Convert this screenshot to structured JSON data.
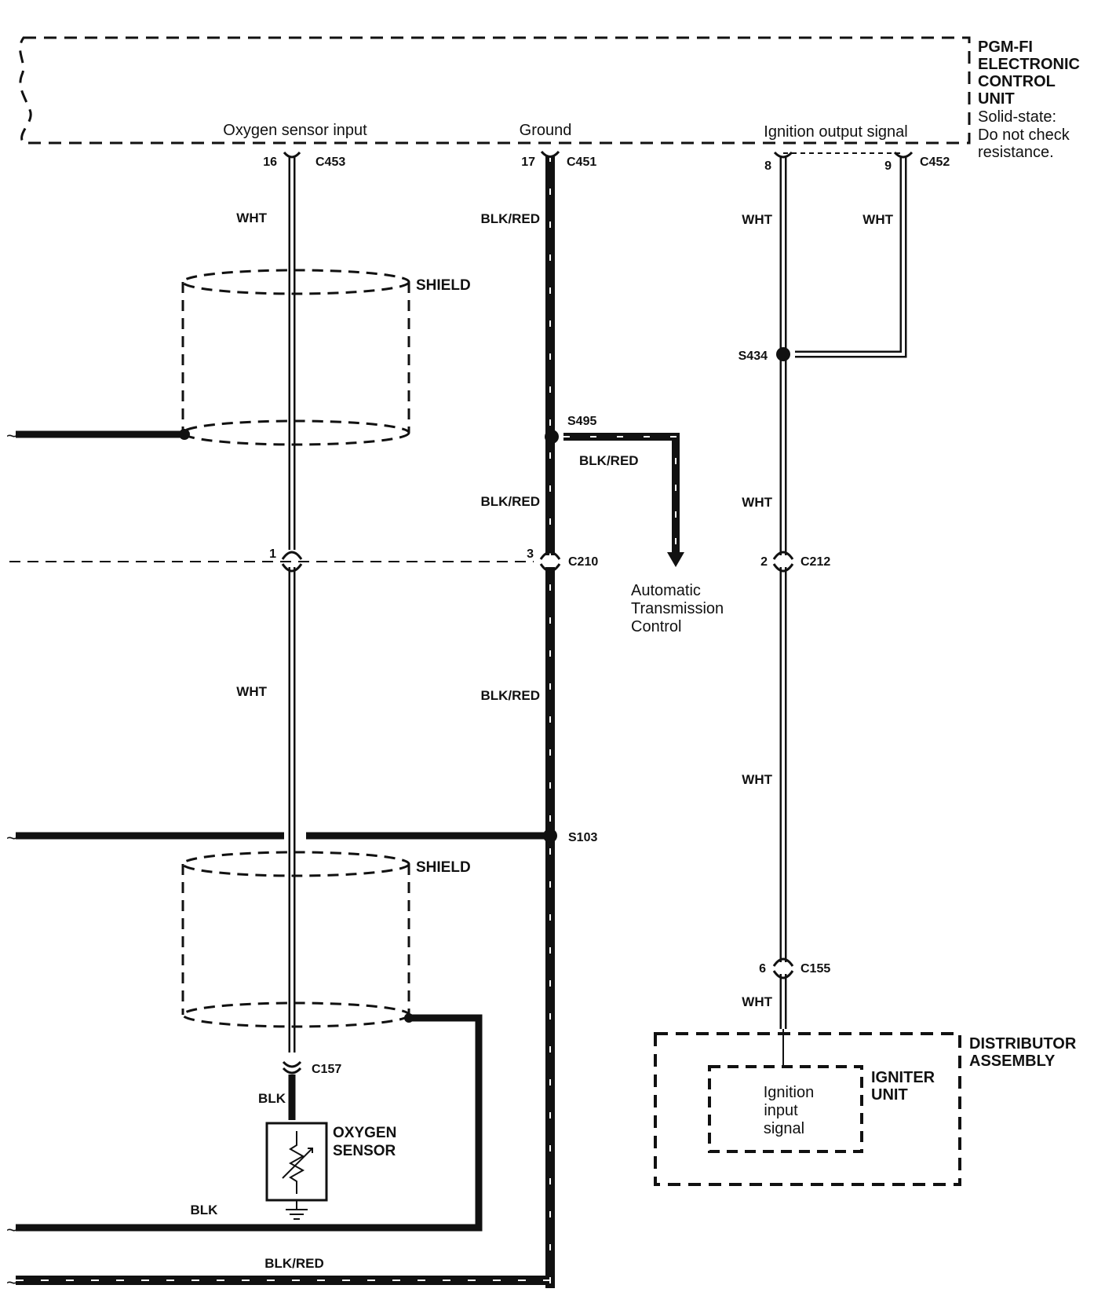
{
  "ecu": {
    "name_lines": [
      "PGM-FI",
      "ELECTRONIC",
      "CONTROL",
      "UNIT"
    ],
    "note_lines": [
      "Solid-state:",
      "Do not check",
      "resistance."
    ],
    "terminals": {
      "oxygen_input": "Oxygen sensor input",
      "ground": "Ground",
      "ignition_output": "Ignition output signal"
    }
  },
  "connectors": {
    "c453": {
      "pin": "16",
      "name": "C453"
    },
    "c451": {
      "pin": "17",
      "name": "C451"
    },
    "c452_a": {
      "pin": "8"
    },
    "c452_b": {
      "pin": "9",
      "name": "C452"
    },
    "c210_a": {
      "pin": "1"
    },
    "c210_b": {
      "pin": "3",
      "name": "C210"
    },
    "c212": {
      "pin": "2",
      "name": "C212"
    },
    "c155": {
      "pin": "6",
      "name": "C155"
    },
    "c157": {
      "name": "C157"
    }
  },
  "splices": {
    "s434": "S434",
    "s495": "S495",
    "s103": "S103"
  },
  "wire_colors": {
    "wht": "WHT",
    "blk_red": "BLK/RED",
    "blk": "BLK"
  },
  "labels": {
    "shield": "SHIELD",
    "atc_lines": [
      "Automatic",
      "Transmission",
      "Control"
    ],
    "oxygen_sensor_lines": [
      "OXYGEN",
      "SENSOR"
    ],
    "distributor_lines": [
      "DISTRIBUTOR",
      "ASSEMBLY"
    ],
    "igniter_lines": [
      "IGNITER",
      "UNIT"
    ],
    "ignition_input_lines": [
      "Ignition",
      "input",
      "signal"
    ]
  },
  "colors": {
    "ink": "#111111",
    "background": "#ffffff"
  }
}
